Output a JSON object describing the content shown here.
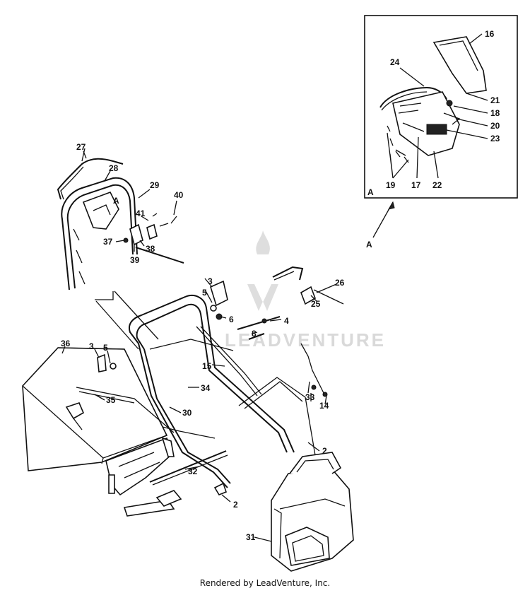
{
  "watermark": {
    "text": "LEADVENTURE",
    "icon": "leadventure-logo-icon"
  },
  "footer": {
    "text": "Rendered by LeadVenture, Inc."
  },
  "inset": {
    "label": "A"
  },
  "detail_pointer": {
    "label": "A"
  },
  "handle_marker": {
    "label": "A"
  },
  "callouts": {
    "c2a": "2",
    "c2b": "2",
    "c3a": "3",
    "c3b": "3",
    "c4": "4",
    "c5a": "5",
    "c5b": "5",
    "c6": "6",
    "c8": "8",
    "c14": "14",
    "c15": "15",
    "c16": "16",
    "c17": "17",
    "c18": "18",
    "c19": "19",
    "c20": "20",
    "c21": "21",
    "c22": "22",
    "c23": "23",
    "c24": "24",
    "c25": "25",
    "c26": "26",
    "c27": "27",
    "c28": "28",
    "c29": "29",
    "c30": "30",
    "c31": "31",
    "c32": "32",
    "c33": "33",
    "c34": "34",
    "c35": "35",
    "c36": "36",
    "c37": "37",
    "c38": "38",
    "c39": "39",
    "c40": "40",
    "c41": "41"
  },
  "colors": {
    "line": "#111111",
    "watermark": "#d9d9d9",
    "background": "#ffffff"
  }
}
